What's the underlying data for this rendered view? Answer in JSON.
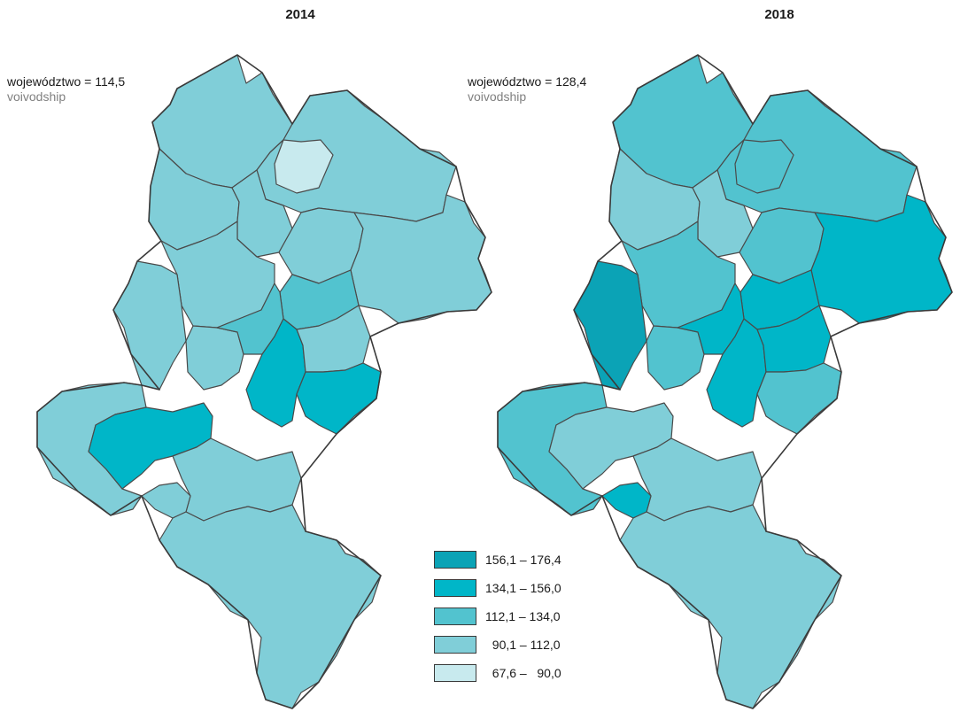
{
  "maps": [
    {
      "title": "2014",
      "caption_pl": "województwo = 114,5",
      "caption_en": "voivodship",
      "region_classes": [
        3,
        3,
        4,
        3,
        3,
        3,
        3,
        2,
        3,
        3,
        3,
        2,
        1,
        3,
        1,
        3,
        1,
        3,
        3,
        3
      ]
    },
    {
      "title": "2018",
      "caption_pl": "województwo = 128,4",
      "caption_en": "voivodship",
      "region_classes": [
        2,
        2,
        2,
        3,
        3,
        2,
        1,
        1,
        2,
        0,
        2,
        1,
        1,
        1,
        2,
        2,
        3,
        3,
        1,
        3
      ]
    }
  ],
  "legend": {
    "classes": [
      {
        "label": "156,1 – 176,4",
        "color": "#0ba3b6"
      },
      {
        "label": "134,1 – 156,0",
        "color": "#00b6c8"
      },
      {
        "label": "112,1 – 134,0",
        "color": "#52c3cf"
      },
      {
        "label": "  90,1 – 112,0",
        "color": "#80ced8"
      },
      {
        "label": "  67,6 –   90,0",
        "color": "#c8eaee"
      }
    ]
  }
}
